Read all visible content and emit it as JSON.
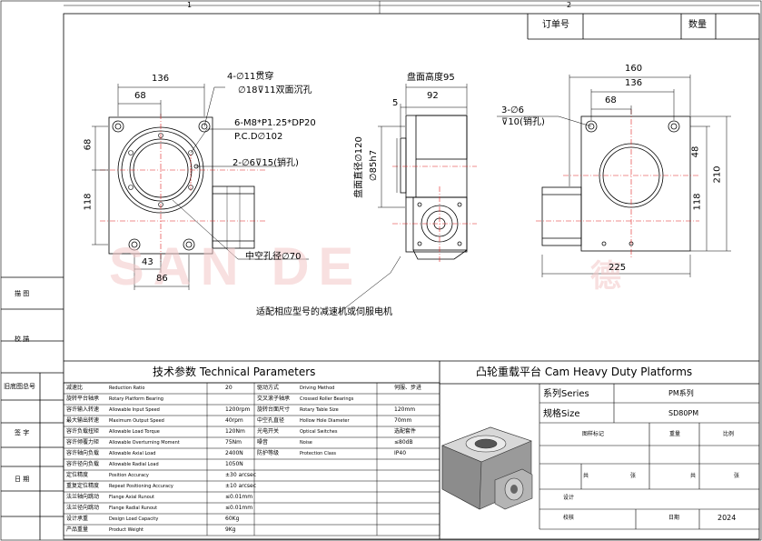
{
  "frame": {
    "zone_labels": [
      "1",
      "2"
    ],
    "left_labels": [
      "描 图",
      "校 描",
      "旧底图总号",
      "签 字",
      "日 期"
    ],
    "order_no_label": "订单号",
    "qty_label": "数量"
  },
  "watermark": {
    "text": "SAN DE",
    "brand_char": "德"
  },
  "views": {
    "front": {
      "dim_136": "136",
      "dim_68": "68",
      "dim_68v": "68",
      "dim_118v": "118",
      "dim_43": "43",
      "dim_86": "86",
      "note_hole1": "4-∅11贯穿",
      "note_hole2": "∅18⊽11双面沉孔",
      "note_thread1": "6-M8*P1.25*DP20",
      "note_thread2": "P.C.D∅102",
      "note_pin": "2-∅6⊽15(销孔)",
      "note_hollow": "中空孔径∅70"
    },
    "side": {
      "dim_disk_height": "盘面高度95",
      "dim_92": "92",
      "dim_5": "5",
      "dim_disk_dia": "盘面直径∅120",
      "dim_85": "∅85h7"
    },
    "right": {
      "dim_160": "160",
      "dim_136": "136",
      "dim_68": "68",
      "dim_48": "48",
      "dim_118": "118",
      "dim_210": "210",
      "dim_225": "225",
      "note_pin1": "3-∅6",
      "note_pin2": "⊽10(销孔)"
    },
    "motor_note": "适配相应型号的减速机或伺服电机"
  },
  "tech": {
    "title": "技术参数  Technical Parameters",
    "rows": [
      [
        "减速比",
        "Reduction Ratio",
        "20",
        "驱动方式",
        "Driving Method",
        "伺服、步进"
      ],
      [
        "旋转平台轴承",
        "Rotary Platform Bearing",
        "",
        "交叉滚子轴承",
        "Crossed Roller Bearings",
        ""
      ],
      [
        "容许输入转速",
        "Allowable Input Speed",
        "1200rpm",
        "旋转台面尺寸",
        "Rotary Table Size",
        "120mm"
      ],
      [
        "最大输出转速",
        "Maximum Output Speed",
        "40rpm",
        "中空孔直径",
        "Hollow Hole Diameter",
        "70mm"
      ],
      [
        "容许负载扭矩",
        "Allowable Load Torque",
        "120Nm",
        "光电开关",
        "Optical Switches",
        "选配套件"
      ],
      [
        "容许倾覆力矩",
        "Allowable Overturning Moment",
        "75Nm",
        "噪音",
        "Noise",
        "≤80dB"
      ],
      [
        "容许轴向负载",
        "Allowable Axial Load",
        "2400N",
        "防护等级",
        "Protection Class",
        "IP40"
      ],
      [
        "容许径向负载",
        "Allowable Radial Load",
        "1050N",
        "",
        "",
        ""
      ],
      [
        "定位精度",
        "Position Accuracy",
        "±30 arcsec",
        "",
        "",
        ""
      ],
      [
        "重复定位精度",
        "Repeat Positioning Accuracy",
        "±10 arcsec",
        "",
        "",
        ""
      ],
      [
        "法兰轴向跳动",
        "Flange Axial Runout",
        "≤0.01mm",
        "",
        "",
        ""
      ],
      [
        "法兰径向跳动",
        "Flange Radial Runout",
        "≤0.01mm",
        "",
        "",
        ""
      ],
      [
        "设计承重",
        "Design Load Capacity",
        "60Kg",
        "",
        "",
        ""
      ],
      [
        "产品重量",
        "Product Weight",
        "9Kg",
        "",
        "",
        ""
      ]
    ]
  },
  "title_block": {
    "product_title": "凸轮重载平台 Cam Heavy Duty Platforms",
    "series_label": "系列Series",
    "series_value": "PM系列",
    "spec_label": "规格Size",
    "spec_value": "SD80PM",
    "stage_label": "图样标记",
    "weight_label": "重量",
    "scale_label": "比例",
    "total_label1": "共",
    "sheet_label1": "张",
    "total_label2": "共",
    "sheet_label2": "张",
    "design_label": "设计",
    "check_label": "校核",
    "date_label": "日期",
    "date_value": "2024"
  }
}
